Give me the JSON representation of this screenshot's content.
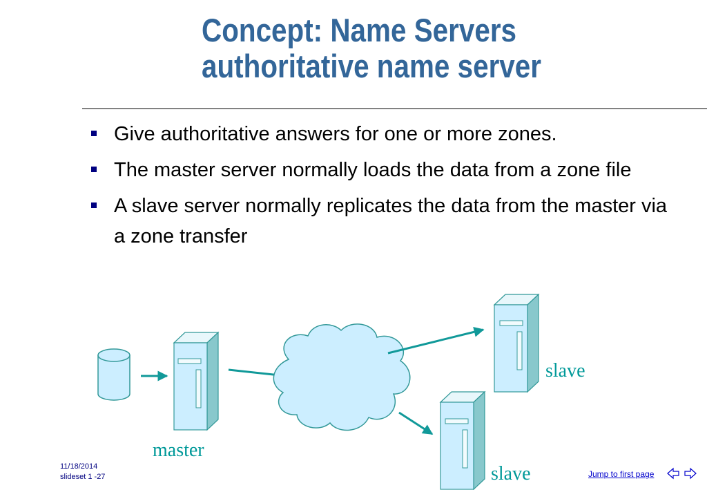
{
  "slide": {
    "title_line1": "Concept: Name Servers",
    "title_line2": "authoritative name server",
    "bullets": [
      "Give authoritative answers for one or more zones.",
      "The master server normally loads the data from a zone file",
      "A slave server normally replicates the data from the master via a zone transfer"
    ]
  },
  "diagram": {
    "labels": {
      "master": "master",
      "slave_top": "slave",
      "slave_bottom": "slave"
    },
    "icons": [
      "database-icon",
      "master-server-icon",
      "cloud-icon",
      "slave-server-icon",
      "slave-server-icon"
    ],
    "colors": {
      "fill": "#cceeff",
      "stroke": "#339999",
      "arrow": "#119999",
      "label": "#009999"
    }
  },
  "footer": {
    "date": "11/18/2014",
    "slideset": "slideset 1 -27",
    "jump_link": "Jump to first page"
  },
  "colors": {
    "title": "#336699",
    "bullet": "#000080",
    "link": "#0000cc"
  }
}
